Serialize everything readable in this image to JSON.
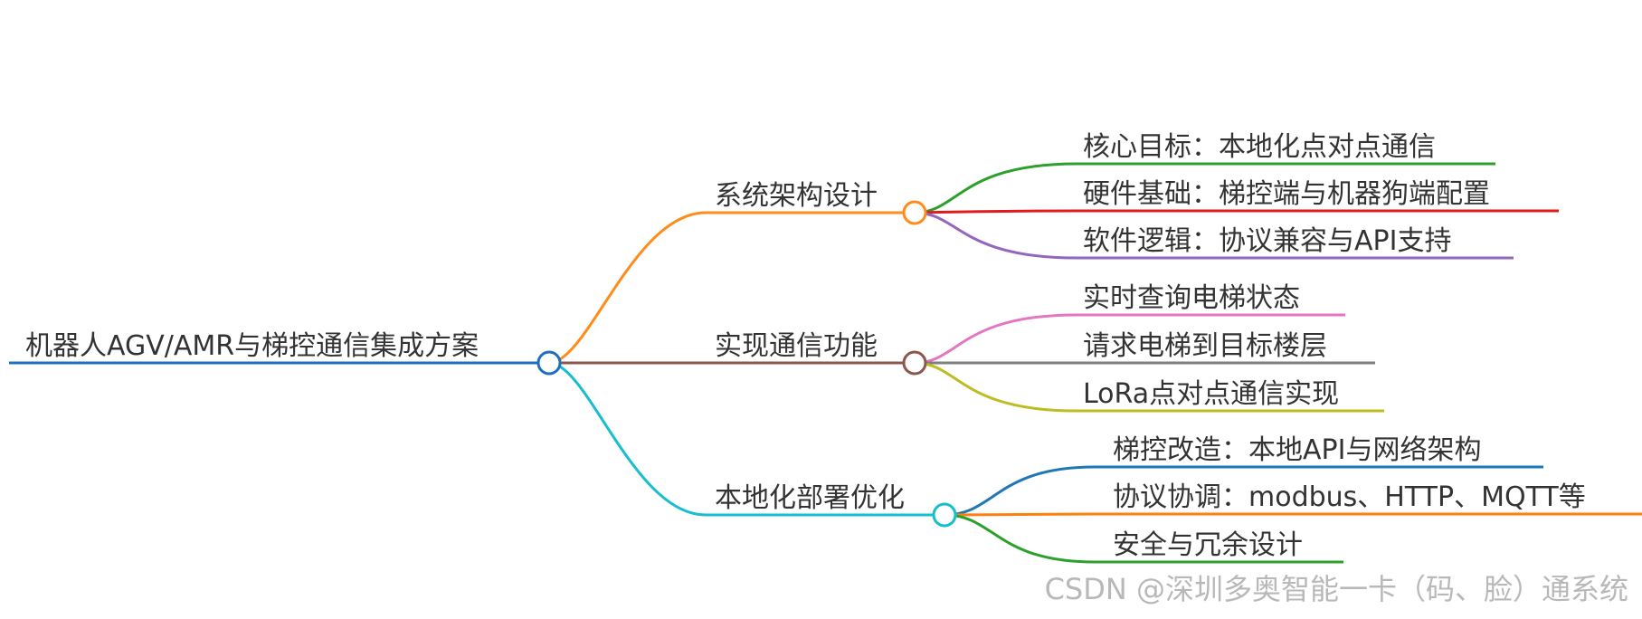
{
  "root": {
    "label": "机器人AGV/AMR与梯控通信集成方案",
    "color": "#1f6fbf"
  },
  "branches": [
    {
      "label": "系统架构设计",
      "color": "#ff8c1a",
      "children": [
        {
          "label": "核心目标：本地化点对点通信",
          "color": "#2ca02c"
        },
        {
          "label": "硬件基础：梯控端与机器狗端配置",
          "color": "#e31a1c"
        },
        {
          "label": "软件逻辑：协议兼容与API支持",
          "color": "#9467bd"
        }
      ]
    },
    {
      "label": "实现通信功能",
      "color": "#8c564b",
      "children": [
        {
          "label": "实时查询电梯状态",
          "color": "#e377c2"
        },
        {
          "label": "请求电梯到目标楼层",
          "color": "#7f7f7f"
        },
        {
          "label": "LoRa点对点通信实现",
          "color": "#bcbd22"
        }
      ]
    },
    {
      "label": "本地化部署优化",
      "color": "#17becf",
      "children": [
        {
          "label": "梯控改造：本地API与网络架构",
          "color": "#1f77b4"
        },
        {
          "label": "协议协调：modbus、HTTP、MQTT等",
          "color": "#ff7f0e"
        },
        {
          "label": "安全与冗余设计",
          "color": "#2ca02c"
        }
      ]
    }
  ],
  "watermark": "CSDN @深圳多奥智能一卡（码、脸）通系统"
}
